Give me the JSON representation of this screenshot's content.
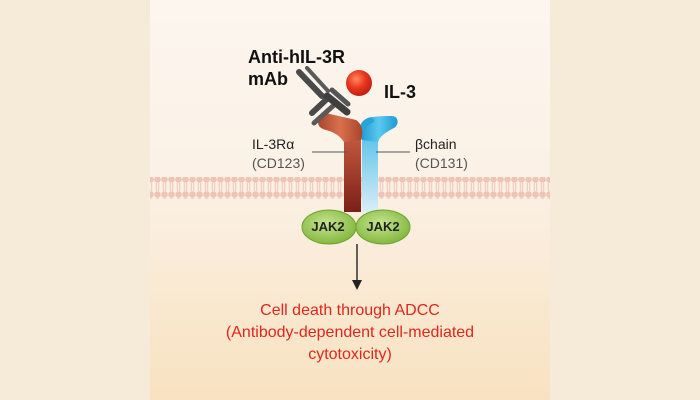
{
  "labels": {
    "antibody_line1": "Anti-hIL-3R",
    "antibody_line2": "mAb",
    "ligand": "IL-3",
    "alpha_name": "IL-3Rα",
    "alpha_cd": "(CD123)",
    "beta_name": "βchain",
    "beta_cd": "(CD131)",
    "jak_left": "JAK2",
    "jak_right": "JAK2",
    "outcome_line1": "Cell death through ADCC",
    "outcome_line2": "(Antibody-dependent cell-mediated",
    "outcome_line3": "cytotoxicity)"
  },
  "colors": {
    "background": "#f6ebd9",
    "alpha_chain": "#c8553b",
    "beta_chain": "#3bb1e0",
    "il3": "#e8361f",
    "antibody": "#4a4a4a",
    "jak": "#8fc24c",
    "membrane": "#ecc6b8",
    "outcome_text": "#e1261c"
  },
  "icons": {
    "ligand": "red-sphere",
    "antibody": "y-shaped-antibody",
    "arrow": "down-arrow"
  }
}
